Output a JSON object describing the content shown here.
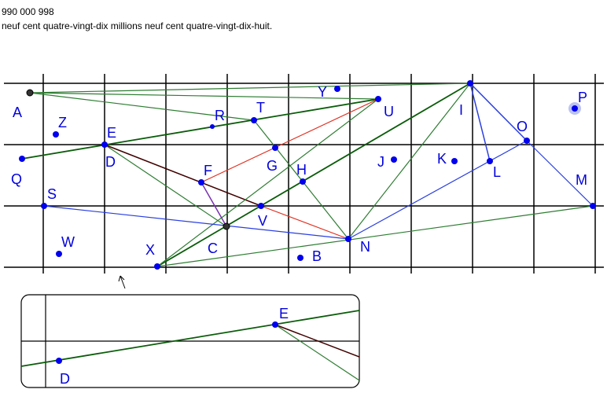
{
  "header": {
    "number": "990 000 998",
    "words": "neuf cent quatre-vingt-dix millions neuf cent quatre-vingt-dix-huit."
  },
  "colors": {
    "grid": "#000000",
    "point": "#0000ee",
    "label": "#0000dd",
    "green": "#2e7d32",
    "dark_green": "#0a5c0a",
    "blue": "#2a3fe0",
    "red": "#e03020",
    "dark_red": "#400000",
    "purple": "#7a30b0"
  },
  "points": {
    "A": "A",
    "Z": "Z",
    "Q": "Q",
    "S": "S",
    "W": "W",
    "E": "E",
    "D": "D",
    "X": "X",
    "R": "R",
    "T": "T",
    "F": "F",
    "C": "C",
    "V": "V",
    "G": "G",
    "H": "H",
    "Y": "Y",
    "B": "B",
    "U": "U",
    "N": "N",
    "J": "J",
    "K": "K",
    "I": "I",
    "L": "L",
    "O": "O",
    "P": "P",
    "M": "M"
  },
  "inset": {
    "E": "E",
    "D": "D"
  }
}
